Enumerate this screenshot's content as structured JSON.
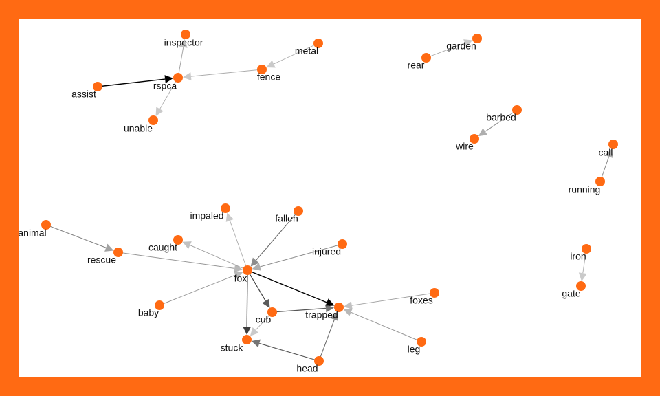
{
  "colors": {
    "background": "#ff6a13",
    "panel": "#ffffff",
    "node": "#ff6a13",
    "label": "#111111"
  },
  "nodes": [
    {
      "id": "inspector",
      "label": "inspector"
    },
    {
      "id": "metal",
      "label": "metal"
    },
    {
      "id": "garden",
      "label": "garden"
    },
    {
      "id": "rear",
      "label": "rear"
    },
    {
      "id": "rspca",
      "label": "rspca"
    },
    {
      "id": "assist",
      "label": "assist"
    },
    {
      "id": "fence",
      "label": "fence"
    },
    {
      "id": "unable",
      "label": "unable"
    },
    {
      "id": "barbed",
      "label": "barbed"
    },
    {
      "id": "wire",
      "label": "wire"
    },
    {
      "id": "call",
      "label": "call"
    },
    {
      "id": "running",
      "label": "running"
    },
    {
      "id": "animal",
      "label": "animal"
    },
    {
      "id": "impaled",
      "label": "impaled"
    },
    {
      "id": "fallen",
      "label": "fallen"
    },
    {
      "id": "caught",
      "label": "caught"
    },
    {
      "id": "injured",
      "label": "injured"
    },
    {
      "id": "rescue",
      "label": "rescue"
    },
    {
      "id": "iron",
      "label": "iron"
    },
    {
      "id": "fox",
      "label": "fox"
    },
    {
      "id": "gate",
      "label": "gate"
    },
    {
      "id": "foxes",
      "label": "foxes"
    },
    {
      "id": "baby",
      "label": "baby"
    },
    {
      "id": "trapped",
      "label": "trapped"
    },
    {
      "id": "cub",
      "label": "cub"
    },
    {
      "id": "leg",
      "label": "leg"
    },
    {
      "id": "stuck",
      "label": "stuck"
    },
    {
      "id": "head",
      "label": "head"
    }
  ],
  "edges": [
    {
      "source": "assist",
      "target": "rspca",
      "strength": 1.0
    },
    {
      "source": "rspca",
      "target": "inspector",
      "strength": 0.25
    },
    {
      "source": "rspca",
      "target": "unable",
      "strength": 0.2
    },
    {
      "source": "fence",
      "target": "rspca",
      "strength": 0.2
    },
    {
      "source": "metal",
      "target": "fence",
      "strength": 0.2
    },
    {
      "source": "rear",
      "target": "garden",
      "strength": 0.2
    },
    {
      "source": "barbed",
      "target": "wire",
      "strength": 0.35
    },
    {
      "source": "running",
      "target": "call",
      "strength": 0.35
    },
    {
      "source": "iron",
      "target": "gate",
      "strength": 0.2
    },
    {
      "source": "animal",
      "target": "rescue",
      "strength": 0.4
    },
    {
      "source": "rescue",
      "target": "fox",
      "strength": 0.3
    },
    {
      "source": "fox",
      "target": "impaled",
      "strength": 0.2
    },
    {
      "source": "fallen",
      "target": "fox",
      "strength": 0.5
    },
    {
      "source": "fox",
      "target": "caught",
      "strength": 0.25
    },
    {
      "source": "injured",
      "target": "fox",
      "strength": 0.35
    },
    {
      "source": "baby",
      "target": "fox",
      "strength": 0.3
    },
    {
      "source": "fox",
      "target": "trapped",
      "strength": 1.0
    },
    {
      "source": "fox",
      "target": "cub",
      "strength": 0.7
    },
    {
      "source": "fox",
      "target": "stuck",
      "strength": 0.8
    },
    {
      "source": "cub",
      "target": "trapped",
      "strength": 0.6
    },
    {
      "source": "cub",
      "target": "stuck",
      "strength": 0.2
    },
    {
      "source": "foxes",
      "target": "trapped",
      "strength": 0.25
    },
    {
      "source": "leg",
      "target": "trapped",
      "strength": 0.3
    },
    {
      "source": "head",
      "target": "trapped",
      "strength": 0.5
    },
    {
      "source": "head",
      "target": "stuck",
      "strength": 0.6
    }
  ]
}
